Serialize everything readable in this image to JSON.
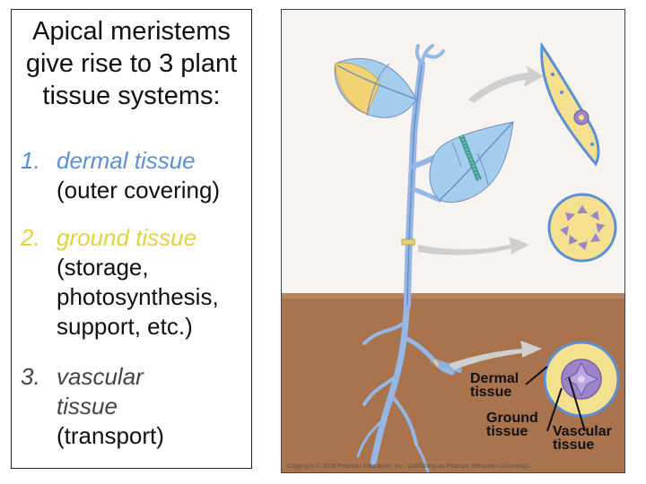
{
  "heading": {
    "line1": "Apical meristems",
    "line2": "give rise to 3 plant",
    "line3": "tissue systems:"
  },
  "items": [
    {
      "number": "1.",
      "name": "dermal tissue",
      "name_color": "#5b8fd6",
      "desc": [
        "(outer covering)"
      ]
    },
    {
      "number": "2.",
      "name": "ground tissue",
      "name_color": "#e0d43a",
      "desc": [
        "(storage,",
        "photosynthesis,",
        "support, etc.)"
      ]
    },
    {
      "number": "3.",
      "name_lines": [
        "vascular",
        "tissue"
      ],
      "name_color": "#444444",
      "desc": [
        "(transport)"
      ]
    }
  ],
  "figure": {
    "labels": {
      "dermal": [
        "Dermal",
        "tissue"
      ],
      "ground": [
        "Ground",
        "tissue"
      ],
      "vascular": [
        "Vascular",
        "tissue"
      ]
    },
    "copyright": "Copyright © 2008 Pearson Education, Inc., publishing as Pearson Benjamin Cummings.",
    "colors": {
      "sky": "#f7f3f0",
      "soil": "#a9744d",
      "stem": "#94b7e6",
      "leaf": "#a4cdee",
      "leaf_yellow": "#f3d175",
      "ground_tissue": "#f4e08e",
      "vascular_tissue": "#9b84c8",
      "arrow": "#cfcfcf"
    }
  }
}
